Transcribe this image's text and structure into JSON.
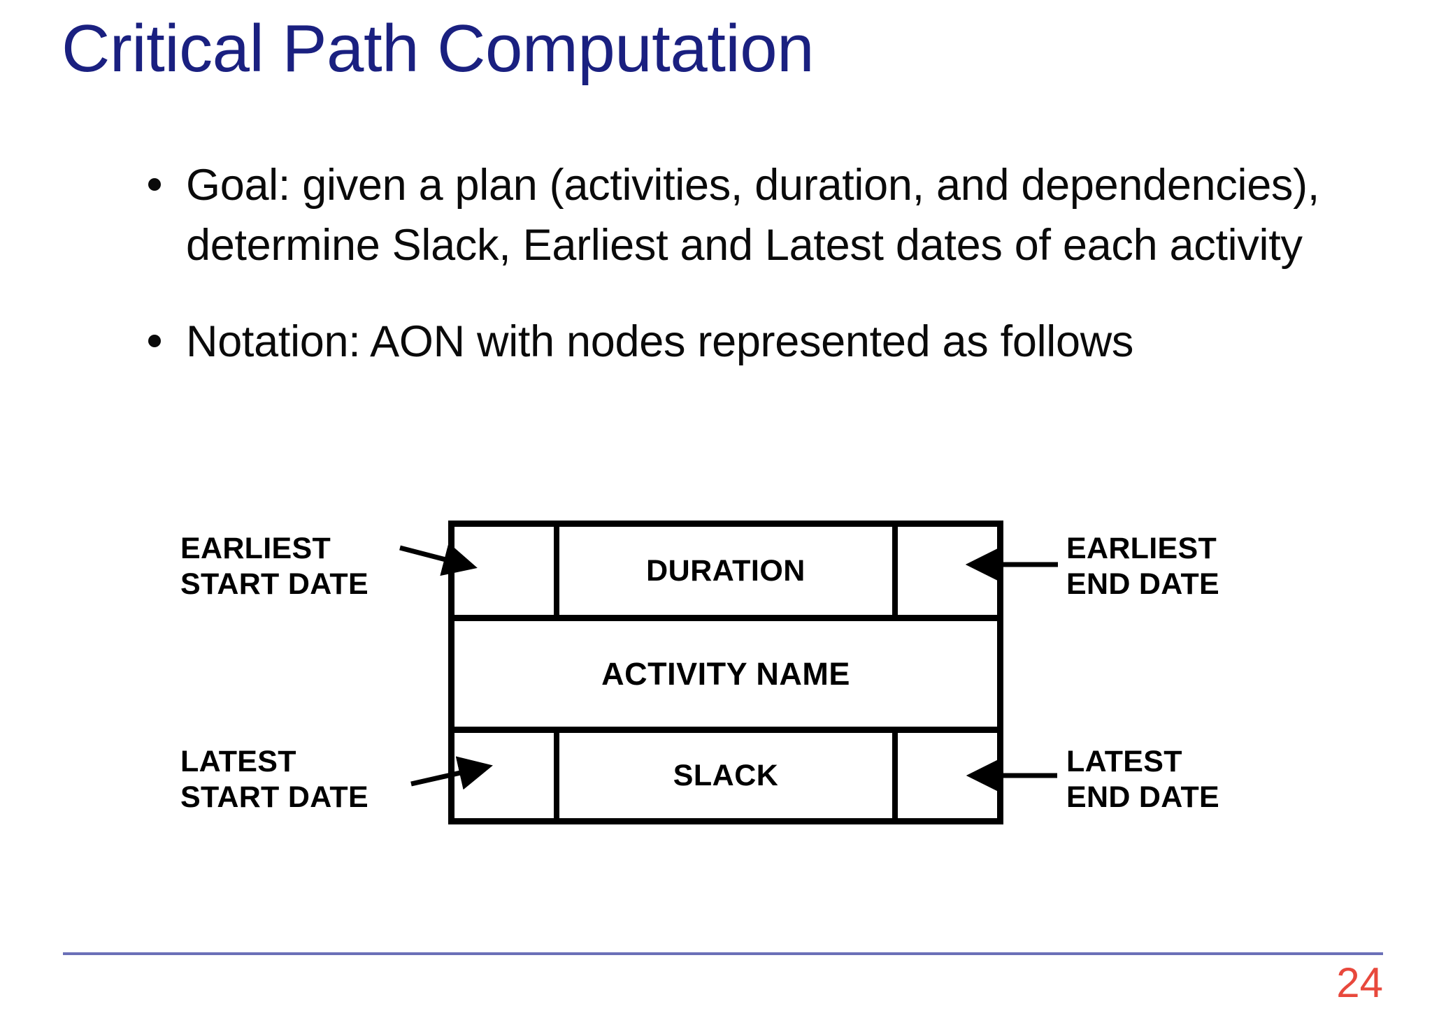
{
  "slide": {
    "title": "Critical Path Computation",
    "page_number": "24",
    "title_color": "#1a2080",
    "page_number_color": "#e8483c",
    "rule_color": "#6b70b8",
    "body_color": "#0a0a0a"
  },
  "bullets": [
    {
      "text": "Goal: given a plan (activities, duration, and dependencies), determine Slack, Earliest and Latest dates of each activity"
    },
    {
      "text": "Notation: AON with nodes represented as follows"
    }
  ],
  "diagram": {
    "type": "aon-node-legend",
    "node": {
      "top_row": {
        "left_cell": "",
        "center_cell": "DURATION",
        "right_cell": ""
      },
      "middle_row": {
        "center_cell": "ACTIVITY NAME"
      },
      "bottom_row": {
        "left_cell": "",
        "center_cell": "SLACK",
        "right_cell": ""
      }
    },
    "callouts": [
      {
        "id": "earliest-start",
        "text": "EARLIEST\nSTART DATE",
        "side": "left",
        "row": "top"
      },
      {
        "id": "earliest-end",
        "text": "EARLIEST\nEND DATE",
        "side": "right",
        "row": "top"
      },
      {
        "id": "latest-start",
        "text": "LATEST\nSTART DATE",
        "side": "left",
        "row": "bottom"
      },
      {
        "id": "latest-end",
        "text": "LATEST\nEND DATE",
        "side": "right",
        "row": "bottom"
      }
    ]
  }
}
